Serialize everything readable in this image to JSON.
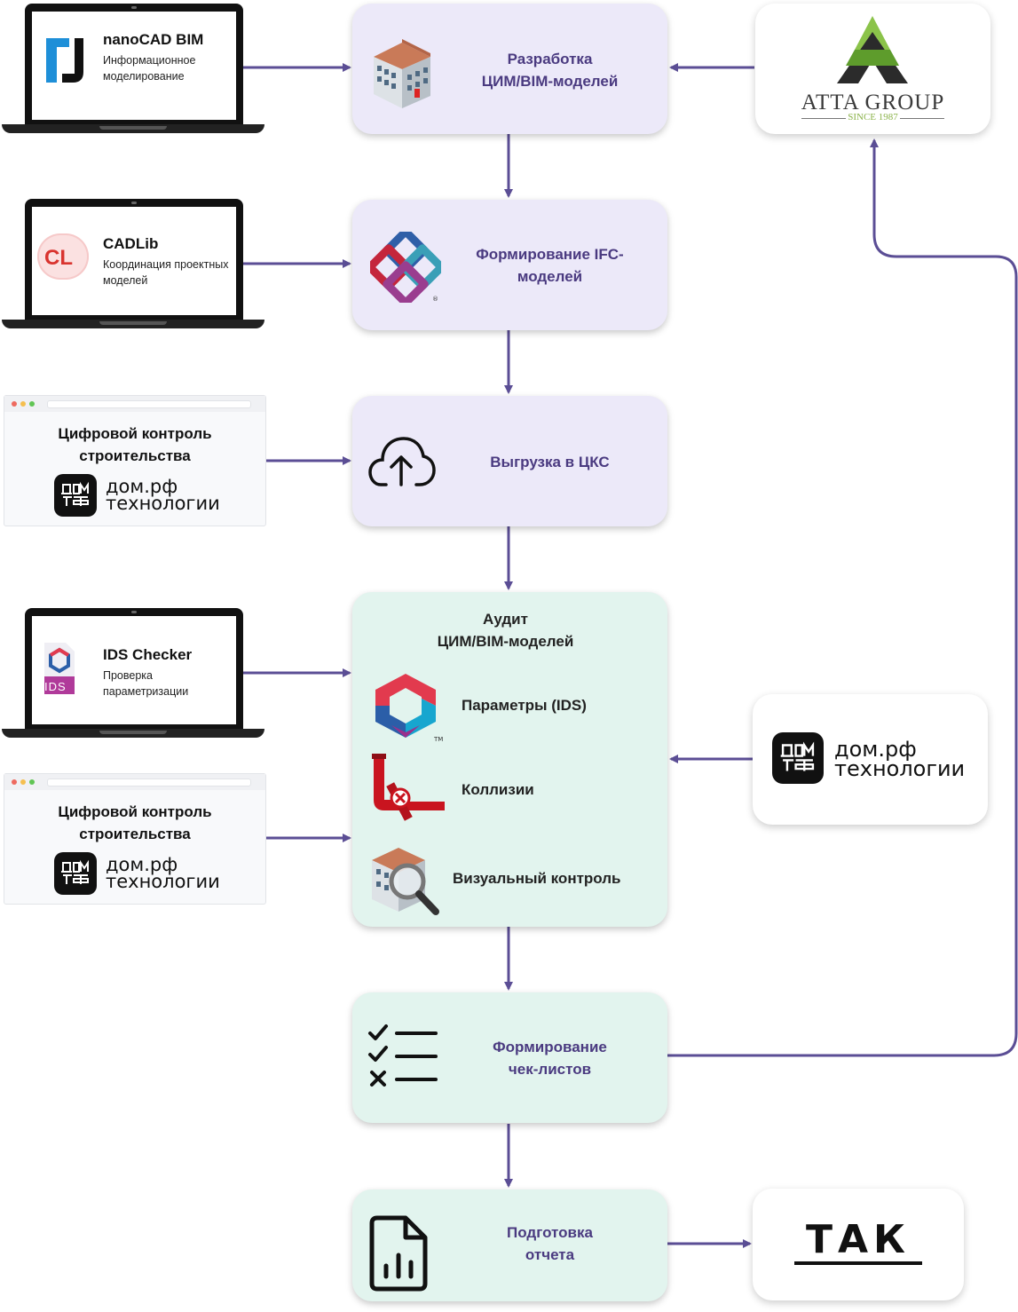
{
  "steps": {
    "s1": "Разработка\nЦИМ/BIM-моделей",
    "s2": "Формирование IFC-\nмоделей",
    "s3": "Выгрузка в ЦКС",
    "audit_title": "Аудит\nЦИМ/BIM-моделей",
    "audit_items": [
      "Параметры (IDS)",
      "Коллизии",
      "Визуальный контроль"
    ],
    "s5": "Формирование\nчек-листов",
    "s6": "Подготовка\nотчета"
  },
  "tools": {
    "nanocad": {
      "title": "nanoCAD BIM",
      "subtitle": "Информационное моделирование"
    },
    "cadlib": {
      "title": "CADLib",
      "subtitle": "Координация проектных моделей",
      "icon_text": "CL"
    },
    "ids": {
      "title": "IDS Checker",
      "subtitle": "Проверка параметризации",
      "icon_text": "IDS"
    },
    "cks_title": "Цифровой контроль строительства",
    "dom_name": "дом.рф",
    "dom_tech": "технологии"
  },
  "partners": {
    "atta_name": "ATTA GROUP",
    "atta_since": "SINCE 1987",
    "tak": "ТАК"
  },
  "colors": {
    "arrow": "#5b4e95",
    "lavender_step": "#ece9f9",
    "mint_step": "#e2f4ee",
    "step_text": "#4a3a80"
  }
}
